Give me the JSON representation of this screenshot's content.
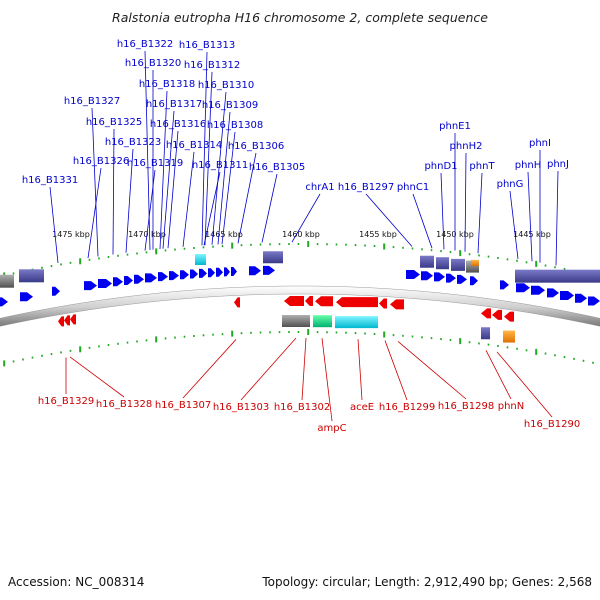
{
  "title": "Ralstonia eutropha H16 chromosome 2, complete sequence",
  "accession": "Accession: NC_008314",
  "topology": "Topology: circular; Length: 2,912,490 bp; Genes: 2,568",
  "colors": {
    "forward_gene": "#0000ee",
    "reverse_gene": "#ee0000",
    "forward_label": "#0000cc",
    "reverse_label": "#cc0000",
    "tick": "#22aa22",
    "backbone": "#bbbbbb"
  },
  "scale_labels": [
    "1475 kbp",
    "1470 kbp",
    "1465 kbp",
    "1460 kbp",
    "1455 kbp",
    "1450 kbp",
    "1445 kbp"
  ],
  "forward_labels": [
    "h16_B1322",
    "h16_B1313",
    "h16_B1320",
    "h16_B1312",
    "h16_B1318",
    "h16_B1310",
    "h16_B1317",
    "h16_B1309",
    "h16_B1327",
    "h16_B1325",
    "h16_B1316",
    "h16_B1308",
    "h16_B1323",
    "h16_B1314",
    "h16_B1306",
    "h16_B1326",
    "h16_B1319",
    "h16_B1311",
    "h16_B1305",
    "h16_B1331",
    "chrA1",
    "h16_B1297",
    "phnC1",
    "phnE1",
    "phnH2",
    "phnD1",
    "phnT",
    "phnI",
    "phnH",
    "phnJ",
    "phnG"
  ],
  "reverse_labels": [
    "h16_B1329",
    "h16_B1328",
    "h16_B1307",
    "h16_B1303",
    "h16_B1302",
    "ampC",
    "aceE",
    "h16_B1299",
    "h16_B1298",
    "phnN",
    "h16_B1290"
  ]
}
